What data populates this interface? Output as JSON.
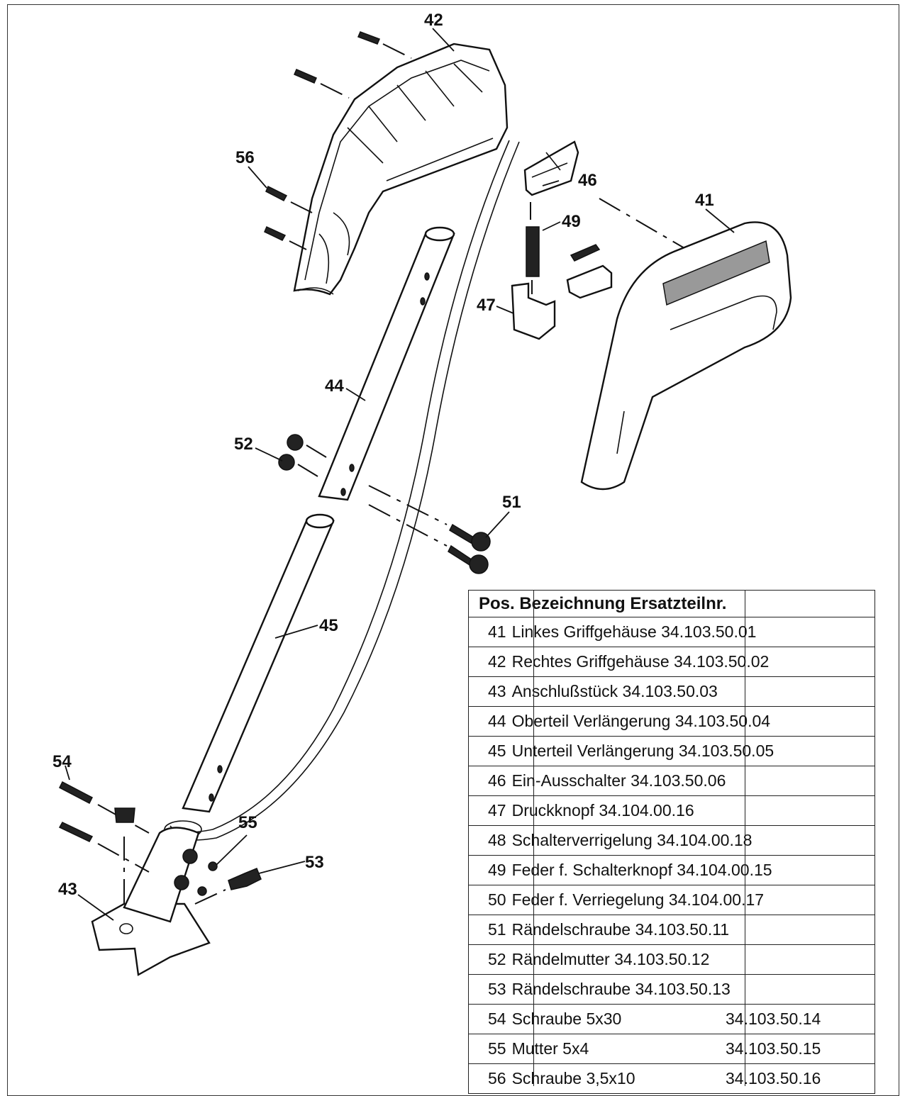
{
  "callouts": {
    "c41": "41",
    "c42": "42",
    "c43": "43",
    "c44": "44",
    "c45": "45",
    "c46": "46",
    "c47": "47",
    "c49": "49",
    "c51": "51",
    "c52": "52",
    "c53": "53",
    "c54": "54",
    "c55": "55",
    "c56": "56"
  },
  "table": {
    "header": "Pos. Bezeichnung Ersatzteilnr.",
    "rows": [
      {
        "pos": "41",
        "name": "Linkes Griffgehäuse",
        "nr": "34.103.50.01"
      },
      {
        "pos": "42",
        "name": "Rechtes Griffgehäuse",
        "nr": "34.103.50.02"
      },
      {
        "pos": "43",
        "name": "Anschlußstück",
        "nr": "34.103.50.03"
      },
      {
        "pos": "44",
        "name": "Oberteil Verlängerung",
        "nr": "34.103.50.04"
      },
      {
        "pos": "45",
        "name": "Unterteil Verlängerung",
        "nr": "34.103.50.05"
      },
      {
        "pos": "46",
        "name": "Ein-Ausschalter",
        "nr": "34.103.50.06"
      },
      {
        "pos": "47",
        "name": "Druckknopf",
        "nr": "34.104.00.16"
      },
      {
        "pos": "48",
        "name": "Schalterverrigelung",
        "nr": "34.104.00.18"
      },
      {
        "pos": "49",
        "name": "Feder f. Schalterknopf",
        "nr": "34.104.00.15"
      },
      {
        "pos": "50",
        "name": "Feder f. Verriegelung",
        "nr": "34.104.00.17"
      },
      {
        "pos": "51",
        "name": "Rändelschraube",
        "nr": "34.103.50.11"
      },
      {
        "pos": "52",
        "name": "Rändelmutter",
        "nr": "34.103.50.12"
      },
      {
        "pos": "53",
        "name": "Rändelschraube",
        "nr": "34.103.50.13"
      },
      {
        "pos": "54",
        "name": "Schraube 5x30",
        "nr": "34.103.50.14"
      },
      {
        "pos": "55",
        "name": "Mutter 5x4",
        "nr": "34.103.50.15"
      },
      {
        "pos": "56",
        "name": "Schraube 3,5x10",
        "nr": "34.103.50.16"
      }
    ]
  }
}
